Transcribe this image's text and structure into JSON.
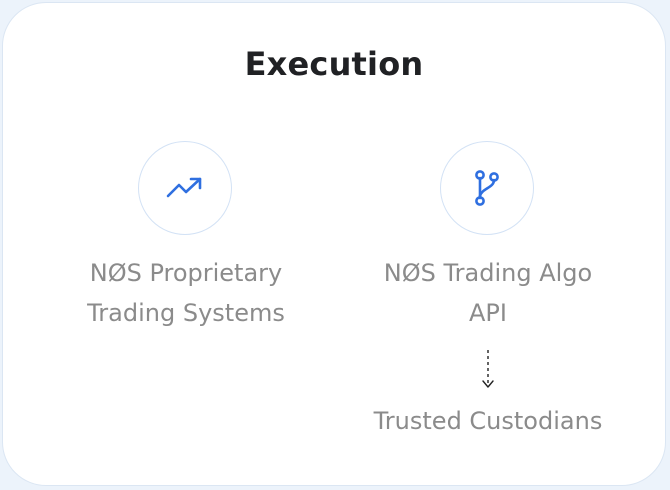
{
  "card": {
    "title": "Execution",
    "items": [
      {
        "label": "NØS Proprietary\nTrading Systems",
        "icon": "trending-up-icon"
      },
      {
        "label": "NØS Trading Algo\nAPI",
        "icon": "git-branch-icon"
      }
    ],
    "downstream": {
      "label": "Trusted Custodians",
      "icon": "dotted-arrow-down-icon"
    }
  },
  "colors": {
    "background": "#ecf3fb",
    "card": "#ffffff",
    "title": "#202124",
    "label": "#8b8b8b",
    "accent": "#2f6fe0",
    "circle_border": "#d3e2f5"
  }
}
